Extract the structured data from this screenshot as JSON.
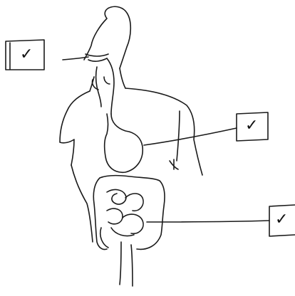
{
  "diagram": {
    "labels": [
      {
        "id": "mouth",
        "mark": "✓"
      },
      {
        "id": "stomach",
        "mark": "✓"
      },
      {
        "id": "intestines",
        "mark": "✓"
      }
    ],
    "colors": {
      "ink": "#1a1a1a",
      "paper": "#ffffff"
    }
  }
}
